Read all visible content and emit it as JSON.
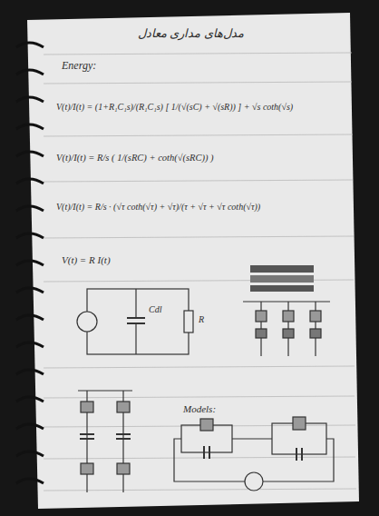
{
  "diagram": {
    "labels": [
      "مدل‌های مداری معادل",
      "Energy:",
      "V(t)/I(t) = (1+R₁C₁s)/(R₁C₁s) [ 1/(√(sC) + √(sR)) ] + √s coth(√s)",
      "V(t)/I(t) = R/s ( 1/(sRC) + coth(√(sRC)) )",
      "V(t)/I(t) = R/s · (√τ coth(√τ) + √τ)/(τ + √τ + √τ coth(√τ))",
      "V(t) = R I(t)",
      "Cdl",
      "R",
      "Models:"
    ]
  }
}
